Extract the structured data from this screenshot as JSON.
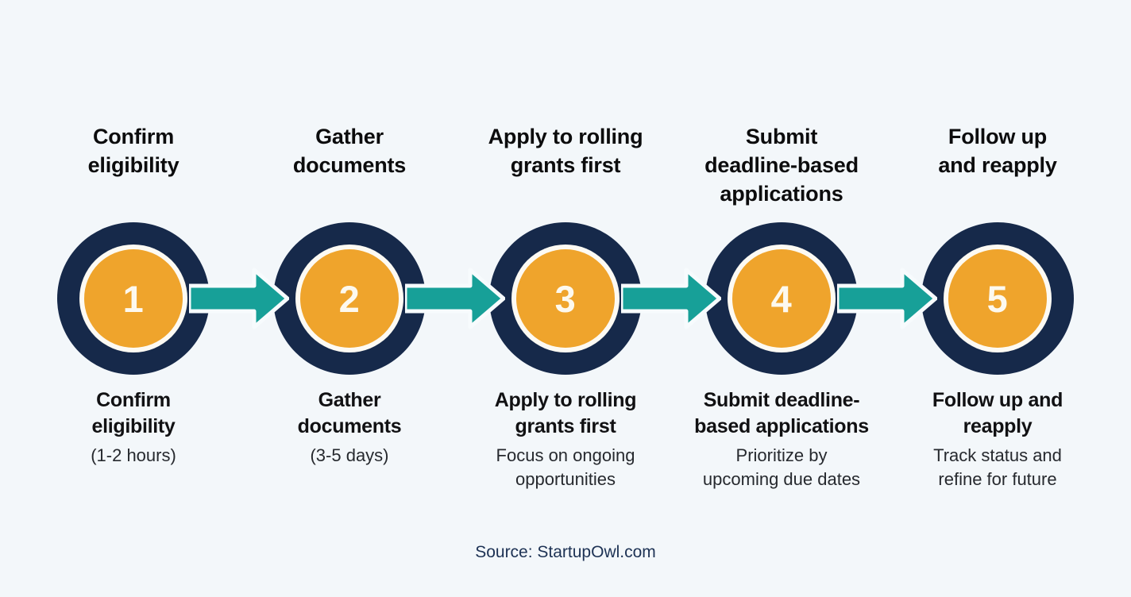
{
  "background_color": "#f3f7fa",
  "palette": {
    "navy": "#16294a",
    "orange": "#efa42c",
    "teal": "#17a098",
    "cream": "#fdfaf3",
    "text_dark": "#0c0c0d",
    "source_text": "#1d3254"
  },
  "steps": [
    {
      "number": "1",
      "top_label": "Confirm\neligibility",
      "bottom_title": "Confirm\neligibility",
      "bottom_sub": "(1-2 hours)"
    },
    {
      "number": "2",
      "top_label": "Gather\ndocuments",
      "bottom_title": "Gather\ndocuments",
      "bottom_sub": "(3-5 days)"
    },
    {
      "number": "3",
      "top_label": "Apply to rolling\ngrants first",
      "bottom_title": "Apply to rolling\ngrants first",
      "bottom_sub": "Focus on ongoing\nopportunities"
    },
    {
      "number": "4",
      "top_label": "Submit\ndeadline-based\napplications",
      "bottom_title": "Submit deadline-\nbased applications",
      "bottom_sub": "Prioritize by\nupcoming due dates"
    },
    {
      "number": "5",
      "top_label": "Follow up\nand reapply",
      "bottom_title": "Follow up and\nreapply",
      "bottom_sub": "Track status and\nrefine for future"
    }
  ],
  "connectors": [
    {
      "name": "arrow-1-to-2"
    },
    {
      "name": "arrow-2-to-3"
    },
    {
      "name": "arrow-3-to-4"
    },
    {
      "name": "arrow-4-to-5"
    }
  ],
  "footer": {
    "source": "Source: StartupOwl.com"
  }
}
